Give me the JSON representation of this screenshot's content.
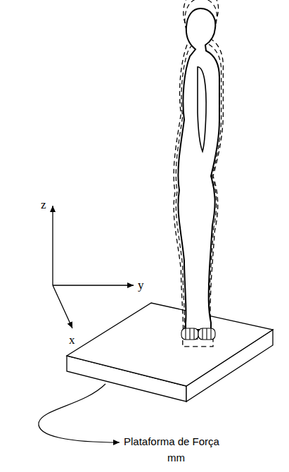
{
  "diagram": {
    "labels": [
      "z",
      "y",
      "x",
      "Plataforma de Força",
      "mm"
    ]
  }
}
